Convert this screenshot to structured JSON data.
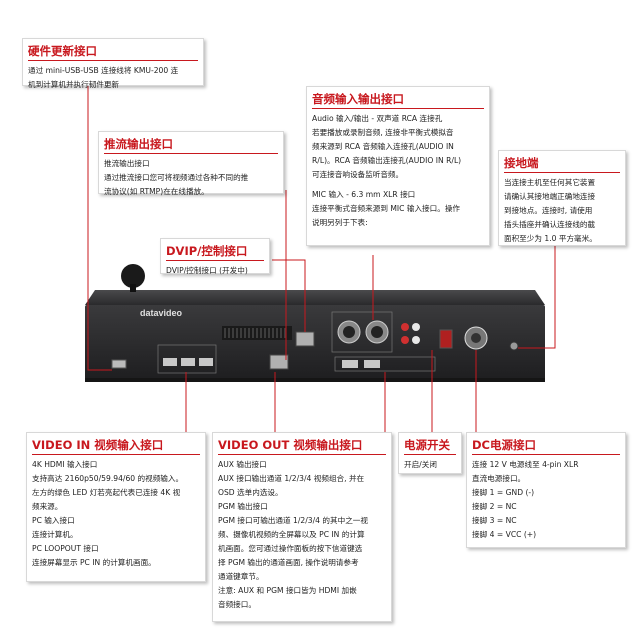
{
  "device": {
    "brand": "datavideo"
  },
  "callouts": {
    "firmware": {
      "title": "硬件更新接口",
      "lines": [
        "通过 mini-USB-USB 连接线将 KMU-200 连",
        "机到计算机并执行韧件更新"
      ]
    },
    "stream": {
      "title": "推流输出接口",
      "lines": [
        "推流输出接口",
        "通过推流接口您可将视频通过各种不同的推",
        "流协议(如 RTMP)在在线播放。"
      ]
    },
    "dvip": {
      "title": "DVIP/控制接口",
      "lines": [
        "DVIP/控制接口 (开发中)"
      ]
    },
    "audio": {
      "title": "音频输入输出接口",
      "lines": [
        "Audio 输入/输出 - 双声道 RCA 连接孔",
        "若要播放或录制音频, 连接非平衡式模拟音",
        "频来源到 RCA 音频输入连接孔(AUDIO IN",
        "R/L)。RCA 音频输出连接孔(AUDIO IN R/L)",
        "可连接音响设备监听音频。"
      ],
      "lines2": [
        "MIC 输入 - 6.3 mm XLR 接口",
        "连接平衡式音频来源到 MIC 输入接口。操作",
        "说明另列于下表:"
      ]
    },
    "ground": {
      "title": "接地端",
      "lines": [
        "当连接主机至任何其它装置",
        "请确认其接地端正确地连接",
        "到接地点。连接时, 请使用",
        "插头插座并确认连接线的截",
        "面积至少为 1.0 平方毫米。"
      ]
    },
    "video_in": {
      "title": "VIDEO IN 视频输入接口",
      "lines": [
        "4K HDMI 输入接口",
        "支持高达 2160p50/59.94/60 的视频输入。",
        "左方的绿色 LED 灯若亮起代表已连接 4K 视",
        "频来源。",
        "PC 输入接口",
        "连接计算机。",
        "PC LOOPOUT 接口",
        "连接屏幕显示 PC IN 的计算机画面。"
      ]
    },
    "video_out": {
      "title": "VIDEO OUT 视频输出接口",
      "lines": [
        "AUX 输出接口",
        "AUX 接口输出通道 1/2/3/4 视频组合, 并在",
        "OSD 选单内选设。",
        "PGM 输出接口",
        "PGM 接口可输出通道 1/2/3/4 的其中之一视",
        "频、摄像机视频的全屏幕以及 PC IN 的计算",
        "机画面。您可通过操作面板的按下信道键选",
        "择 PGM 输出的通道画面, 操作说明请参考",
        "通道键章节。",
        "注意: AUX 和 PGM 接口皆为 HDMI 加嵌",
        "音频接口。"
      ]
    },
    "power_switch": {
      "title": "电源开关",
      "lines": [
        "开启/关闭"
      ]
    },
    "dc_power": {
      "title": "DC电源接口",
      "lines": [
        "连接 12 V 电源线至 4-pin XLR",
        "直流电源接口。",
        "接脚 1 = GND (-)",
        "接脚 2 = NC",
        "接脚 3 = NC",
        "接脚 4 = VCC (+)"
      ]
    }
  }
}
